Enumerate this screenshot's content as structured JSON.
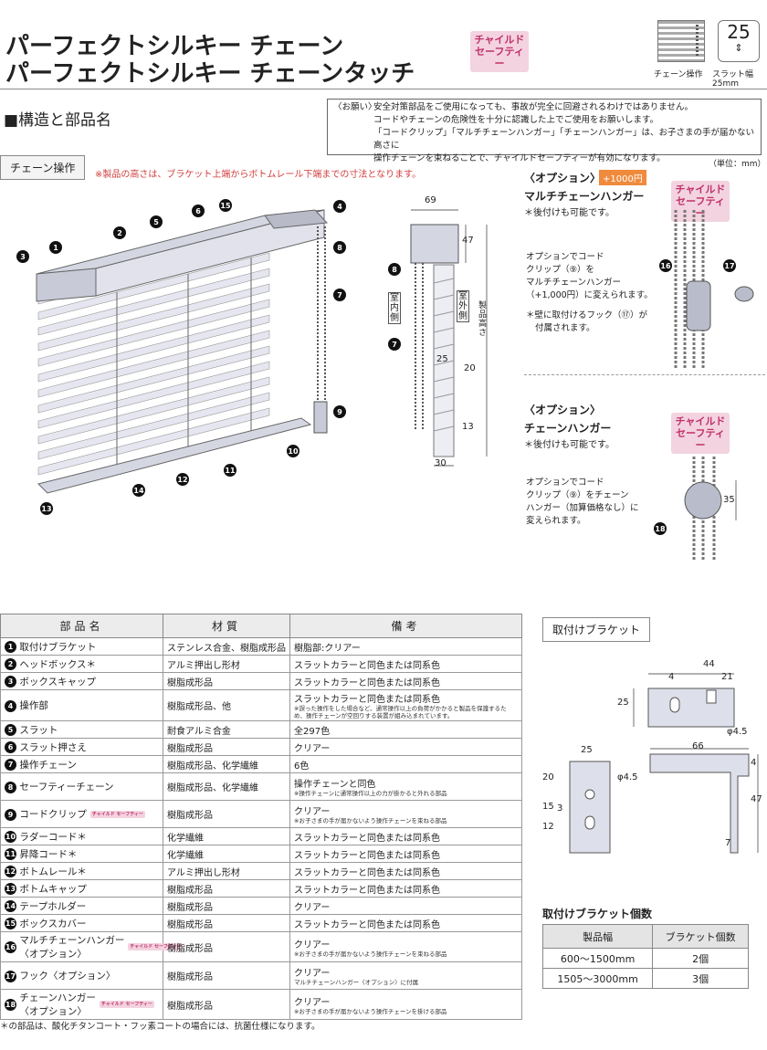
{
  "header": {
    "title_line1": "パーフェクトシルキー チェーン",
    "title_line2": "パーフェクトシルキー チェーンタッチ",
    "child_safety_badge": "チャイルド\nセーフティー",
    "icon_chain_caption": "チェーン操作",
    "icon_slat_value": "25",
    "icon_slat_caption": "スラット幅25mm"
  },
  "section_title": "■構造と部品名",
  "notice": {
    "label": "〈お願い〉",
    "line1": "安全対策部品をご使用になっても、事故が完全に回避されるわけではありません。",
    "line2": "コードやチェーンの危険性を十分に認識した上でご使用をお願いします。",
    "line3": "「コードクリップ」「マルチチェーンハンガー」「チェーンハンガー」は、お子さまの手が届かない高さに",
    "line4": "操作チェーンを束ねることで、チャイルドセーフティーが有効になります。"
  },
  "diagram": {
    "tab_label": "チェーン操作",
    "red_note": "※製品の高さは、ブラケット上端からボトムレール下端までの寸法となります。",
    "unit": "（単位：mm）",
    "side_labels": {
      "indoor": "室内側",
      "outdoor": "室外側",
      "height": "製品高さ"
    },
    "side_dims": {
      "w69": "69",
      "h47": "47",
      "d25": "25",
      "d20": "20",
      "d13": "13",
      "d30": "30"
    }
  },
  "option1": {
    "title": "〈オプション〉",
    "price": "+1000円",
    "name": "マルチチェーンハンガー",
    "badge": "チャイルド\nセーフティー",
    "later": "＊後付けも可能です。",
    "desc1": "オプションでコード",
    "desc2": "クリップ（⑨）を",
    "desc3": "マルチチェーンハンガー",
    "desc4": "（+1,000円）に変えられます。",
    "desc5": "＊壁に取付けるフック（⑰）が",
    "desc6": "付属されます。"
  },
  "option2": {
    "title": "〈オプション〉",
    "name": "チェーンハンガー",
    "badge": "チャイルド\nセーフティー",
    "later": "＊後付けも可能です。",
    "desc1": "オプションでコード",
    "desc2": "クリップ（⑨）をチェーン",
    "desc3": "ハンガー（加算価格なし）に",
    "desc4": "変えられます。",
    "dim": "35"
  },
  "parts_table": {
    "headers": [
      "部品名",
      "材質",
      "備考"
    ],
    "rows": [
      {
        "no": "1",
        "name": "取付けブラケット",
        "material": "ステンレス合金、樹脂成形品",
        "note": "樹脂部:クリアー",
        "sub": ""
      },
      {
        "no": "2",
        "name": "ヘッドボックス＊",
        "material": "アルミ押出し形材",
        "note": "スラットカラーと同色または同系色",
        "sub": ""
      },
      {
        "no": "3",
        "name": "ボックスキャップ",
        "material": "樹脂成形品",
        "note": "スラットカラーと同色または同系色",
        "sub": ""
      },
      {
        "no": "4",
        "name": "操作部",
        "material": "樹脂成形品、他",
        "note": "スラットカラーと同色または同系色",
        "sub": "※誤った操作をした場合など、通常操作以上の負荷がかかると製品を保護するため、操作チェーンが空回りする装置が組み込まれています。"
      },
      {
        "no": "5",
        "name": "スラット",
        "material": "耐食アルミ合金",
        "note": "全297色",
        "sub": ""
      },
      {
        "no": "6",
        "name": "スラット押さえ",
        "material": "樹脂成形品",
        "note": "クリアー",
        "sub": ""
      },
      {
        "no": "7",
        "name": "操作チェーン",
        "material": "樹脂成形品、化学繊維",
        "note": "6色",
        "sub": ""
      },
      {
        "no": "8",
        "name": "セーフティーチェーン",
        "material": "樹脂成形品、化学繊維",
        "note": "操作チェーンと同色",
        "sub": "※操作チェーンに通常操作以上の力が掛かると外れる部品"
      },
      {
        "no": "9",
        "name": "コードクリップ",
        "material": "樹脂成形品",
        "note": "クリアー",
        "sub": "※お子さまの手が届かないよう操作チェーンを束ねる部品",
        "badge": "チャイルド セーフティー"
      },
      {
        "no": "10",
        "name": "ラダーコード＊",
        "material": "化学繊維",
        "note": "スラットカラーと同色または同系色",
        "sub": ""
      },
      {
        "no": "11",
        "name": "昇降コード＊",
        "material": "化学繊維",
        "note": "スラットカラーと同色または同系色",
        "sub": ""
      },
      {
        "no": "12",
        "name": "ボトムレール＊",
        "material": "アルミ押出し形材",
        "note": "スラットカラーと同色または同系色",
        "sub": ""
      },
      {
        "no": "13",
        "name": "ボトムキャップ",
        "material": "樹脂成形品",
        "note": "スラットカラーと同色または同系色",
        "sub": ""
      },
      {
        "no": "14",
        "name": "テープホルダー",
        "material": "樹脂成形品",
        "note": "クリアー",
        "sub": ""
      },
      {
        "no": "15",
        "name": "ボックスカバー",
        "material": "樹脂成形品",
        "note": "スラットカラーと同色または同系色",
        "sub": ""
      },
      {
        "no": "16",
        "name": "マルチチェーンハンガー\n〈オプション〉",
        "material": "樹脂成形品",
        "note": "クリアー",
        "sub": "※お子さまの手が届かないよう操作チェーンを束ねる部品",
        "badge": "チャイルド セーフティー"
      },
      {
        "no": "17",
        "name": "フック〈オプション〉",
        "material": "樹脂成形品",
        "note": "クリアー",
        "sub": "マルチチェーンハンガー〈オプション〉に付属"
      },
      {
        "no": "18",
        "name": "チェーンハンガー\n〈オプション〉",
        "material": "樹脂成形品",
        "note": "クリアー",
        "sub": "※お子さまの手が届かないよう操作チェーンを掛ける部品",
        "badge": "チャイルド セーフティー"
      }
    ],
    "footnote": "＊の部品は、酸化チタンコート・フッ素コートの場合には、抗菌仕様になります。"
  },
  "bracket": {
    "tab_label": "取付けブラケット",
    "dims": {
      "d44": "44",
      "d4a": "4",
      "d21": "21",
      "d25": "25",
      "phi45a": "φ4.5",
      "d25b": "25",
      "d66": "66",
      "d20": "20",
      "d15": "15",
      "d12": "12",
      "d3": "3",
      "phi45b": "φ4.5",
      "d47": "47",
      "d4b": "4",
      "d7": "7"
    }
  },
  "bracket_qty": {
    "title": "取付けブラケット個数",
    "headers": [
      "製品幅",
      "ブラケット個数"
    ],
    "rows": [
      {
        "width": "600～1500mm",
        "count": "2個"
      },
      {
        "width": "1505～3000mm",
        "count": "3個"
      }
    ]
  }
}
